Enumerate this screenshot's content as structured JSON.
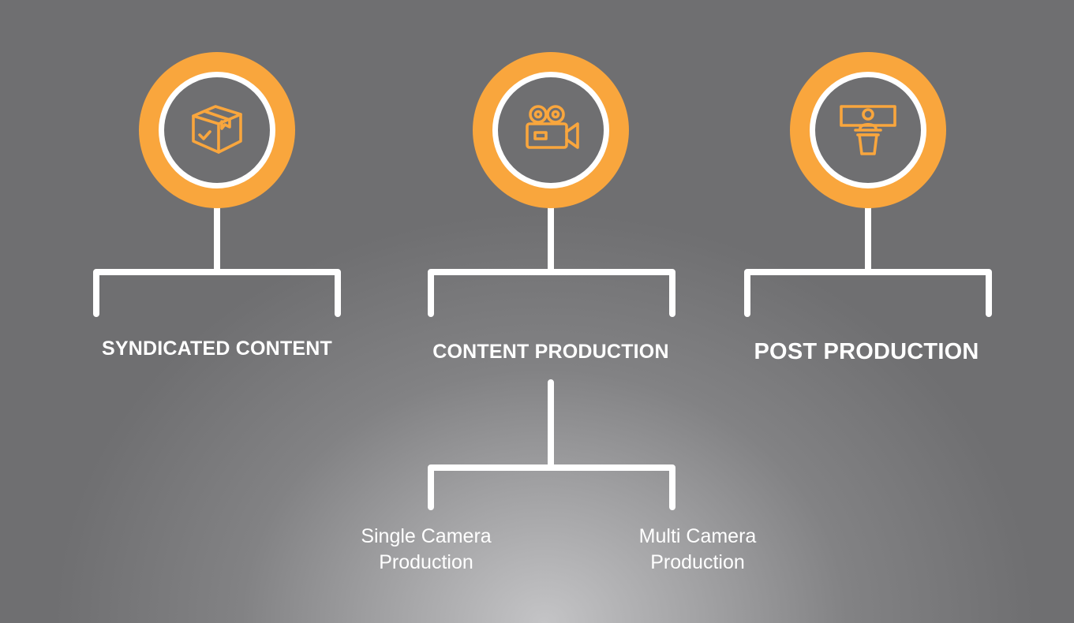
{
  "colors": {
    "accent": "#f9a63d",
    "line": "#ffffff",
    "text": "#ffffff"
  },
  "categories": [
    {
      "title": "SYNDICATED CONTENT",
      "icon": "package-box-icon"
    },
    {
      "title": "CONTENT PRODUCTION",
      "icon": "video-camera-icon"
    },
    {
      "title": "POST PRODUCTION",
      "icon": "presenter-podium-icon"
    }
  ],
  "subcategories": [
    {
      "line1": "Single Camera",
      "line2": "Production"
    },
    {
      "line1": "Multi Camera",
      "line2": "Production"
    }
  ]
}
